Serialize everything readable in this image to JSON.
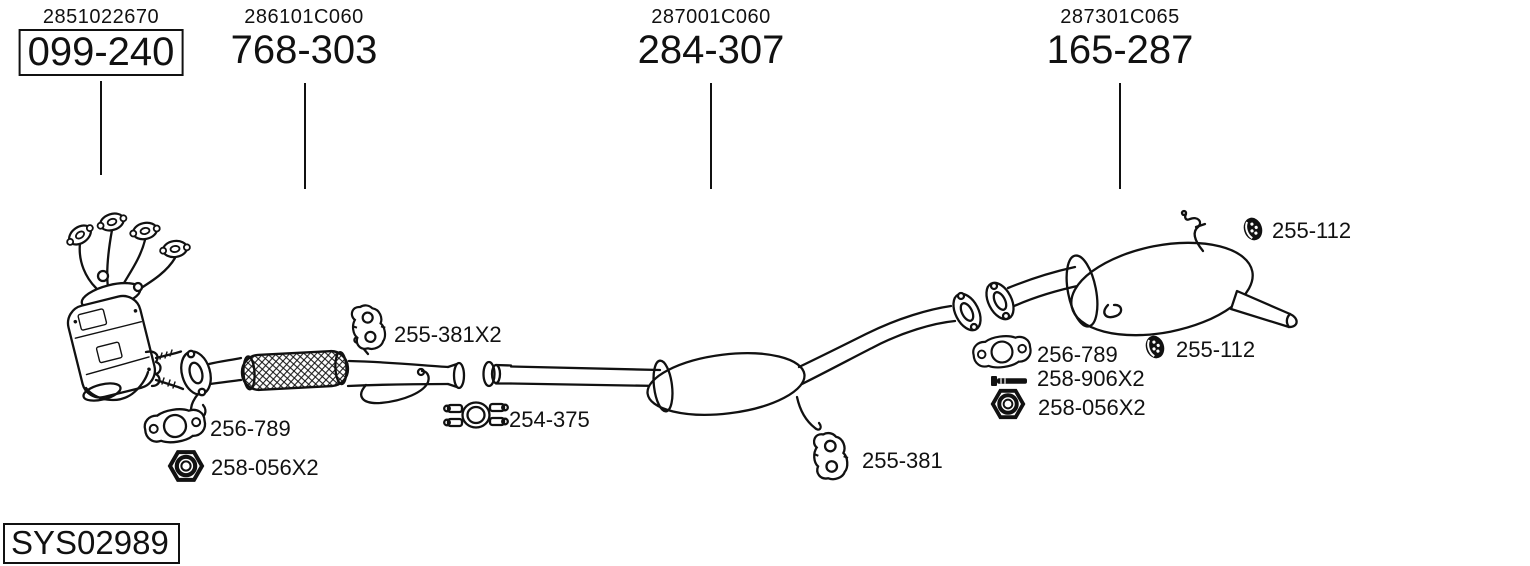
{
  "colors": {
    "line": "#111111",
    "background": "#ffffff"
  },
  "system_label": {
    "code": "SYS02989"
  },
  "main_parts": [
    {
      "oem": "2851022670",
      "part": "099-240",
      "boxed": true,
      "component": "catalytic-converter-manifold"
    },
    {
      "oem": "286101C060",
      "part": "768-303",
      "boxed": false,
      "component": "front-flex-pipe"
    },
    {
      "oem": "287001C060",
      "part": "284-307",
      "boxed": false,
      "component": "centre-muffler"
    },
    {
      "oem": "287301C065",
      "part": "165-287",
      "boxed": false,
      "component": "rear-muffler"
    }
  ],
  "hardware_labels": [
    {
      "label": "255-381X2",
      "icon": "rubber-hanger-icon"
    },
    {
      "label": "256-789",
      "icon": "gasket-icon"
    },
    {
      "label": "258-056X2",
      "icon": "hex-nut-icon"
    },
    {
      "label": "254-375",
      "icon": "clamp-icon"
    },
    {
      "label": "255-381",
      "icon": "rubber-hanger-icon"
    },
    {
      "label": "256-789",
      "icon": "gasket-icon"
    },
    {
      "label": "258-906X2",
      "icon": "bolt-icon"
    },
    {
      "label": "258-056X2",
      "icon": "hex-nut-icon"
    },
    {
      "label": "255-112",
      "icon": "rubber-mount-icon"
    },
    {
      "label": "255-112",
      "icon": "rubber-mount-icon"
    }
  ]
}
